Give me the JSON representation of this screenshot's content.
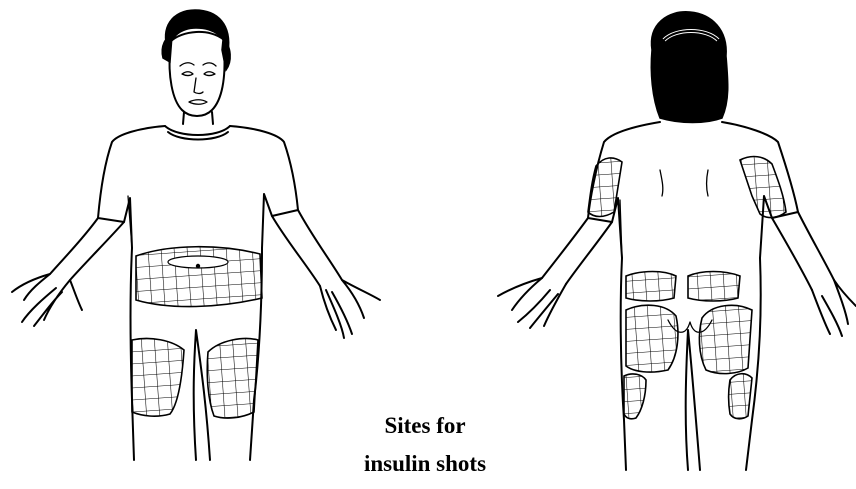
{
  "caption": {
    "line1": "Sites for",
    "line2": "insulin shots"
  },
  "figures": [
    {
      "view": "front",
      "injection_sites": [
        "abdomen",
        "left-thigh",
        "right-thigh"
      ]
    },
    {
      "view": "back",
      "injection_sites": [
        "left-upper-arm",
        "right-upper-arm",
        "left-upper-buttock",
        "right-upper-buttock",
        "left-buttock",
        "right-buttock",
        "left-outer-thigh",
        "right-outer-thigh"
      ]
    }
  ]
}
